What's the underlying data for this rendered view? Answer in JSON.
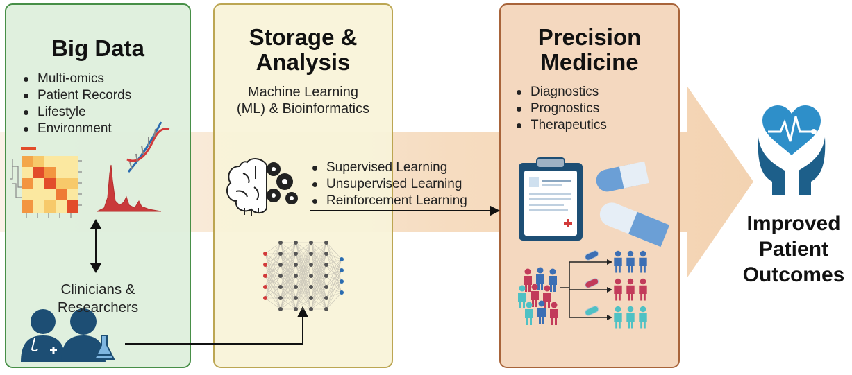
{
  "panels": {
    "big_data": {
      "title": "Big Data",
      "items": [
        "Multi-omics",
        "Patient Records",
        "Lifestyle",
        "Environment"
      ],
      "clinicians_line1": "Clinicians &",
      "clinicians_line2": "Researchers"
    },
    "storage": {
      "title_line1": "Storage &",
      "title_line2": "Analysis",
      "subtitle_line1": "Machine Learning",
      "subtitle_line2": "(ML) & Bioinformatics",
      "methods": [
        "Supervised Learning",
        "Unsupervised Learning",
        "Reinforcement Learning"
      ]
    },
    "precision": {
      "title_line1": "Precision",
      "title_line2": "Medicine",
      "items": [
        "Diagnostics",
        "Prognostics",
        "Therapeutics"
      ]
    }
  },
  "outcome": {
    "line1": "Improved",
    "line2": "Patient",
    "line3": "Outcomes"
  },
  "colors": {
    "big_data_panel": "#dcefdc",
    "storage_panel": "#f8f3d8",
    "precision_panel": "#f4d8bf",
    "arrow": "#f6dfc4",
    "heart": "#2e8fc9",
    "hands": "#1d5f8a"
  },
  "icons": [
    "heatmap-icon",
    "dna-icon",
    "spectrum-icon",
    "brain-gears-icon",
    "neural-network-icon",
    "doctor-icon",
    "scientist-icon",
    "clipboard-icon",
    "pill-icon",
    "patient-groups-icon",
    "heart-hands-icon"
  ]
}
